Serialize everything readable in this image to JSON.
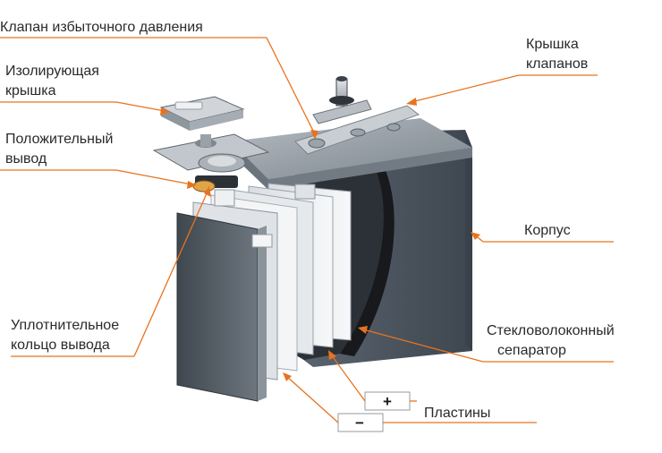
{
  "labels": {
    "valve": "Клапан избыточного давления",
    "valve_cover_line1": "Крышка",
    "valve_cover_line2": "клапанов",
    "insulating_cap_line1": "Изолирующая",
    "insulating_cap_line2": "крышка",
    "positive_terminal_line1": "Положительный",
    "positive_terminal_line2": "вывод",
    "case": "Корпус",
    "seal_ring_line1": "Уплотнительное",
    "seal_ring_line2": "кольцо вывода",
    "separator_line1": "Стекловолоконный",
    "separator_line2": "сепаратор",
    "plates": "Пластины",
    "plus": "+",
    "minus": "−"
  },
  "colors": {
    "leader": "#e8731e",
    "text": "#2a2a2a",
    "case_dark": "#4d5660",
    "case_mid": "#6f7882",
    "lid": "#8a939c",
    "plate_light": "#eef0f2"
  }
}
